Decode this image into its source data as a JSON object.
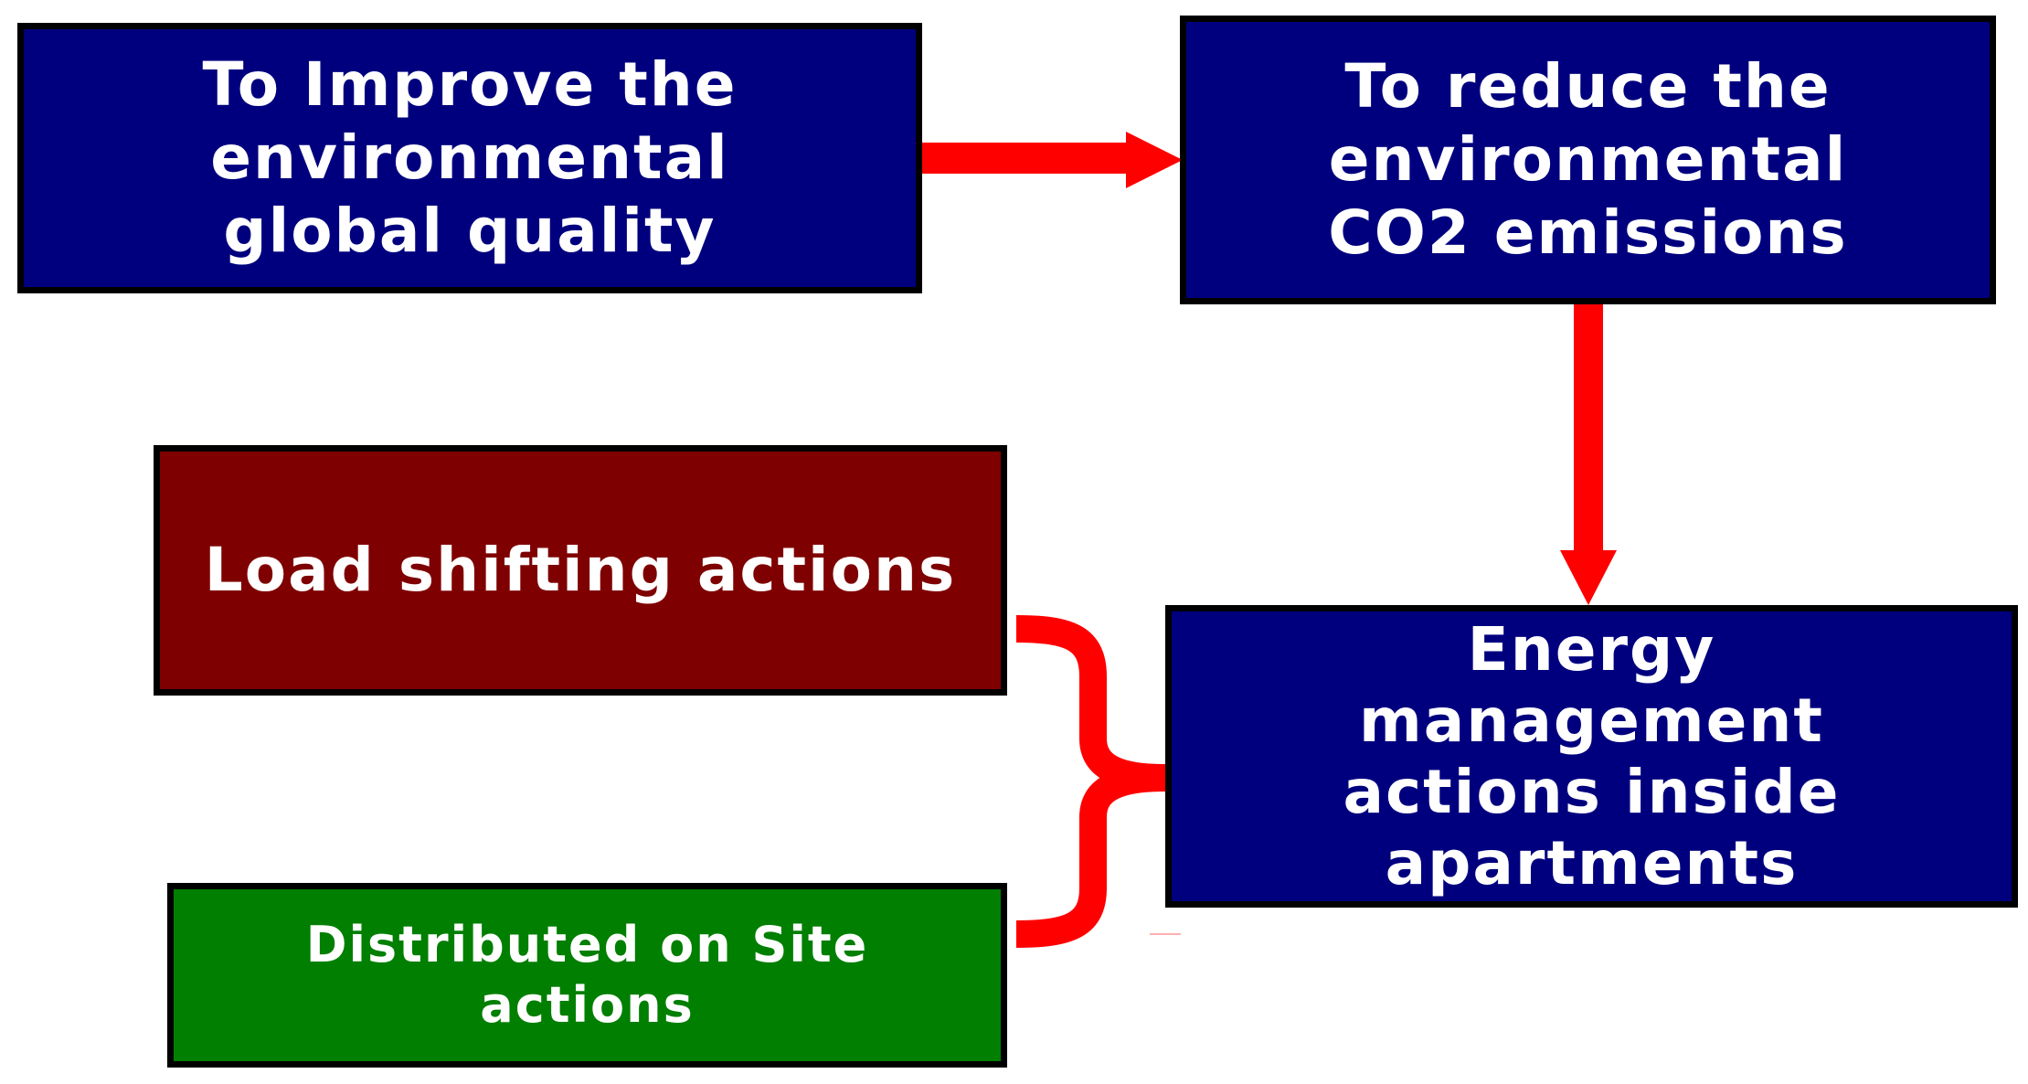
{
  "boxes": {
    "improve": "To Improve the\nenvironmental\nglobal quality",
    "reduce": "To reduce the\nenvironmental\nCO2 emissions",
    "load_shifting": "Load shifting actions",
    "distributed": "Distributed on Site\nactions",
    "energy": "Energy\nmanagement\nactions inside\napartments"
  },
  "colors": {
    "navy_box": "#00007f",
    "maroon_box": "#7f0000",
    "green_box": "#007f00",
    "connector": "#ff0000",
    "border": "#000000",
    "text": "#ffffff"
  }
}
